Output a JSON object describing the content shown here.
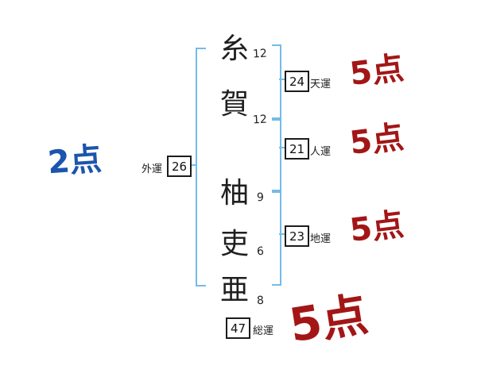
{
  "name_chars": [
    {
      "char": "糸",
      "strokes": "12"
    },
    {
      "char": "賀",
      "strokes": "12"
    },
    {
      "char": "柚",
      "strokes": "9"
    },
    {
      "char": "吏",
      "strokes": "6"
    },
    {
      "char": "亜",
      "strokes": "8"
    }
  ],
  "fortunes": {
    "ten": {
      "label": "天運",
      "value": "24",
      "score": "5点"
    },
    "jin": {
      "label": "人運",
      "value": "21",
      "score": "5点"
    },
    "chi": {
      "label": "地運",
      "value": "23",
      "score": "5点"
    },
    "gai": {
      "label": "外運",
      "value": "26",
      "score": "2点"
    },
    "sou": {
      "label": "総運",
      "value": "47",
      "score": "5点"
    }
  },
  "colors": {
    "bracket_blue": "#74bbe8",
    "score_red": "#a31616",
    "score_blue": "#1b55ad",
    "ink_black": "#1c1c1c"
  }
}
